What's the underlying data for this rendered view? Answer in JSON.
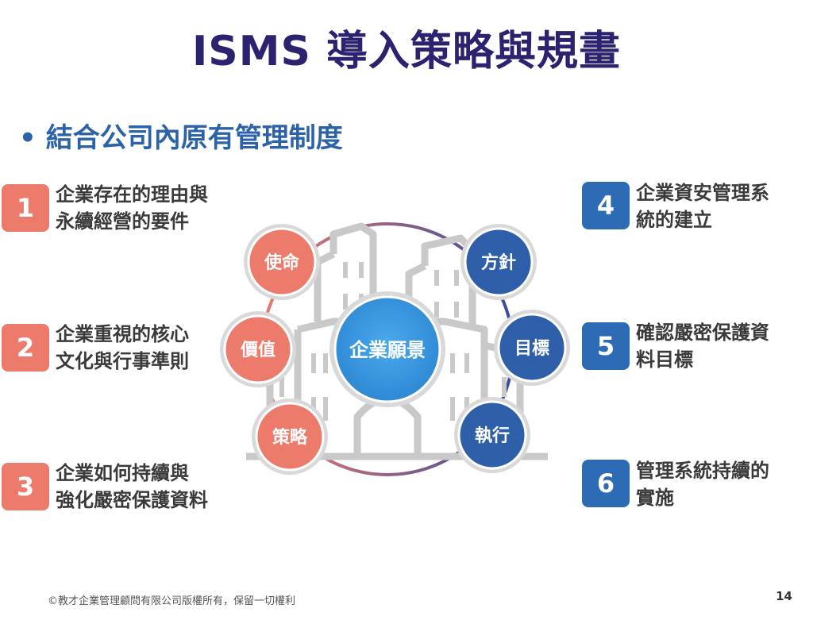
{
  "title": "ISMS 導入策略與規畫",
  "bullet": "結合公司內原有管理制度",
  "left_items": [
    {
      "num": "1",
      "line1": "企業存在的理由與",
      "line2": "永續經營的要件"
    },
    {
      "num": "2",
      "line1": "企業重視的核心",
      "line2": "文化與行事準則"
    },
    {
      "num": "3",
      "line1": "企業如何持續與",
      "line2": "強化嚴密保護資料"
    }
  ],
  "right_items": [
    {
      "num": "4",
      "line1": "企業資安管理系",
      "line2": "統的建立"
    },
    {
      "num": "5",
      "line1": "確認嚴密保護資",
      "line2": "料目標"
    },
    {
      "num": "6",
      "line1": "管理系統持續的",
      "line2": "實施"
    }
  ],
  "diagram": {
    "center": "企業願景",
    "left_nodes": [
      "使命",
      "價值",
      "策略"
    ],
    "right_nodes": [
      "方針",
      "目標",
      "執行"
    ]
  },
  "colors": {
    "title": "#2b2270",
    "bullet": "#2c63a8",
    "left_accent": "#ec7b6c",
    "right_accent": "#2e6bb5",
    "center": "#3a9be0"
  },
  "footer": "©教才企業管理顧問有限公司版權所有，保留一切權利",
  "page_number": "14"
}
